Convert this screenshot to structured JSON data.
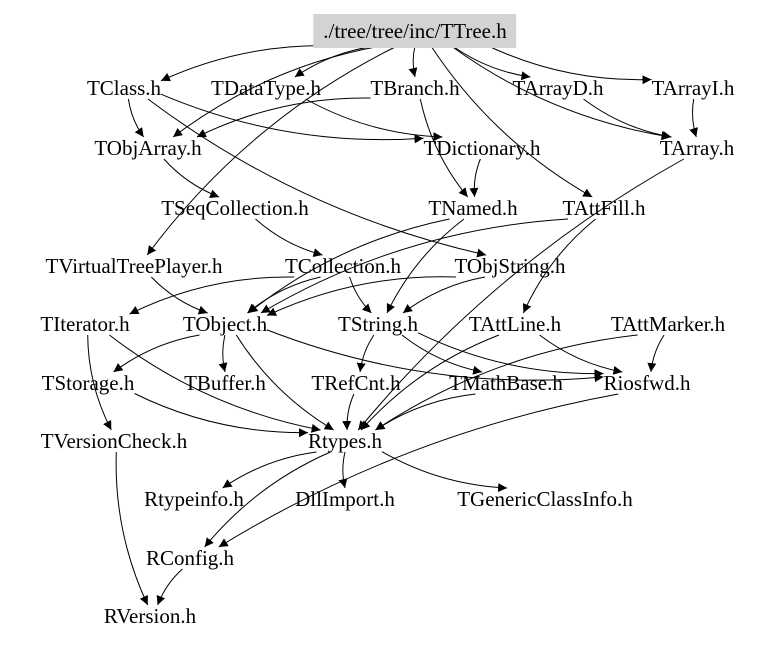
{
  "graph": {
    "colors": {
      "background": "#ffffff",
      "edge": "#000000",
      "root_fill": "#d3d3d3",
      "text": "#000000"
    },
    "nodes": [
      {
        "id": "root",
        "label": "./tree/tree/inc/TTree.h",
        "root": true
      },
      {
        "id": "tclass",
        "label": "TClass.h"
      },
      {
        "id": "tdatatype",
        "label": "TDataType.h"
      },
      {
        "id": "tbranch",
        "label": "TBranch.h"
      },
      {
        "id": "tarrayd",
        "label": "TArrayD.h"
      },
      {
        "id": "tarrayi",
        "label": "TArrayI.h"
      },
      {
        "id": "tobjarray",
        "label": "TObjArray.h"
      },
      {
        "id": "tdictionary",
        "label": "TDictionary.h"
      },
      {
        "id": "tarray",
        "label": "TArray.h"
      },
      {
        "id": "tseqcollection",
        "label": "TSeqCollection.h"
      },
      {
        "id": "tnamed",
        "label": "TNamed.h"
      },
      {
        "id": "tattfill",
        "label": "TAttFill.h"
      },
      {
        "id": "tvirtualtreeplayer",
        "label": "TVirtualTreePlayer.h"
      },
      {
        "id": "tcollection",
        "label": "TCollection.h"
      },
      {
        "id": "tobjstring",
        "label": "TObjString.h"
      },
      {
        "id": "titerator",
        "label": "TIterator.h"
      },
      {
        "id": "tobject",
        "label": "TObject.h"
      },
      {
        "id": "tstring",
        "label": "TString.h"
      },
      {
        "id": "tattline",
        "label": "TAttLine.h"
      },
      {
        "id": "tattmarker",
        "label": "TAttMarker.h"
      },
      {
        "id": "tstorage",
        "label": "TStorage.h"
      },
      {
        "id": "tbuffer",
        "label": "TBuffer.h"
      },
      {
        "id": "trefcnt",
        "label": "TRefCnt.h"
      },
      {
        "id": "tmathbase",
        "label": "TMathBase.h"
      },
      {
        "id": "riosfwd",
        "label": "Riosfwd.h"
      },
      {
        "id": "tversioncheck",
        "label": "TVersionCheck.h"
      },
      {
        "id": "rtypes",
        "label": "Rtypes.h"
      },
      {
        "id": "rtypeinfo",
        "label": "Rtypeinfo.h"
      },
      {
        "id": "dllimport",
        "label": "DllImport.h"
      },
      {
        "id": "tgenericclassinfo",
        "label": "TGenericClassInfo.h"
      },
      {
        "id": "rconfig",
        "label": "RConfig.h"
      },
      {
        "id": "rversion",
        "label": "RVersion.h"
      }
    ],
    "edges": [
      [
        "root",
        "tclass"
      ],
      [
        "root",
        "tdatatype"
      ],
      [
        "root",
        "tbranch"
      ],
      [
        "root",
        "tarrayd"
      ],
      [
        "root",
        "tarrayi"
      ],
      [
        "root",
        "tobjarray"
      ],
      [
        "root",
        "tvirtualtreeplayer"
      ],
      [
        "root",
        "tattfill"
      ],
      [
        "root",
        "tarray"
      ],
      [
        "tclass",
        "tobjarray"
      ],
      [
        "tclass",
        "tdictionary"
      ],
      [
        "tclass",
        "tobjstring"
      ],
      [
        "tdatatype",
        "tdictionary"
      ],
      [
        "tbranch",
        "tnamed"
      ],
      [
        "tbranch",
        "tobjarray"
      ],
      [
        "tarrayd",
        "tarray"
      ],
      [
        "tarrayi",
        "tarray"
      ],
      [
        "tarray",
        "rtypes"
      ],
      [
        "tdictionary",
        "tnamed"
      ],
      [
        "tobjarray",
        "tseqcollection"
      ],
      [
        "tseqcollection",
        "tcollection"
      ],
      [
        "tcollection",
        "tobject"
      ],
      [
        "tcollection",
        "tstring"
      ],
      [
        "tcollection",
        "titerator"
      ],
      [
        "tnamed",
        "tobject"
      ],
      [
        "tnamed",
        "tstring"
      ],
      [
        "tattfill",
        "tobject"
      ],
      [
        "tattfill",
        "tattline"
      ],
      [
        "tobjstring",
        "tobject"
      ],
      [
        "tobjstring",
        "tstring"
      ],
      [
        "tattmarker",
        "riosfwd"
      ],
      [
        "tattmarker",
        "rtypes"
      ],
      [
        "tvirtualtreeplayer",
        "tobject"
      ],
      [
        "tobject",
        "tstorage"
      ],
      [
        "tobject",
        "tbuffer"
      ],
      [
        "tobject",
        "riosfwd"
      ],
      [
        "tobject",
        "rtypes"
      ],
      [
        "tstring",
        "trefcnt"
      ],
      [
        "tstring",
        "tmathbase"
      ],
      [
        "tstring",
        "riosfwd"
      ],
      [
        "tattline",
        "riosfwd"
      ],
      [
        "tattline",
        "rtypes"
      ],
      [
        "titerator",
        "tversioncheck"
      ],
      [
        "titerator",
        "rtypes"
      ],
      [
        "tstorage",
        "rtypes"
      ],
      [
        "trefcnt",
        "rtypes"
      ],
      [
        "tmathbase",
        "rtypes"
      ],
      [
        "riosfwd",
        "rconfig"
      ],
      [
        "tversioncheck",
        "rversion"
      ],
      [
        "rtypes",
        "rtypeinfo"
      ],
      [
        "rtypes",
        "dllimport"
      ],
      [
        "rtypes",
        "tgenericclassinfo"
      ],
      [
        "rtypes",
        "rconfig"
      ],
      [
        "rconfig",
        "rversion"
      ]
    ]
  }
}
